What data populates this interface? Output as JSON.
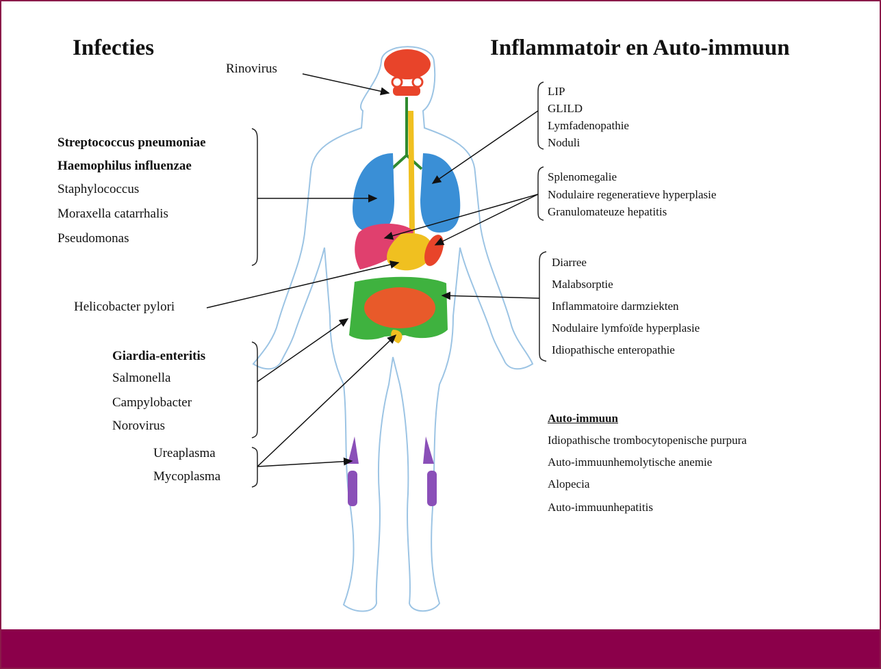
{
  "titles": {
    "left": "Infecties",
    "right": "Inflammatoir en Auto-immuun"
  },
  "infections": {
    "head": [
      "Rinovirus"
    ],
    "lungs": [
      "Streptococcus pneumoniae",
      "Haemophilus influenzae",
      "Staphylococcus",
      "Moraxella catarrhalis",
      "Pseudomonas"
    ],
    "stomach": [
      "Helicobacter pylori"
    ],
    "gut": [
      "Giardia-enteritis",
      "Salmonella",
      "Campylobacter",
      "Norovirus"
    ],
    "joints": [
      "Ureaplasma",
      "Mycoplasma"
    ]
  },
  "inflammatory": {
    "lung": [
      "LIP",
      "GLILD",
      "Lymfadenopathie",
      "Noduli"
    ],
    "liver_spleen": [
      "Splenomegalie",
      "Nodulaire regeneratieve hyperplasie",
      "Granulomateuze hepatitis"
    ],
    "intestine": [
      "Diarree",
      "Malabsorptie",
      "Inflammatoire darmziekten",
      "Nodulaire lymfoïde hyperplasie",
      "Idiopathische enteropathie"
    ]
  },
  "autoimmune": {
    "title": "Auto-immuun",
    "items": [
      "Idiopathische trombocytopenische purpura",
      "Auto-immuunhemolytische anemie",
      "Alopecia",
      "Auto-immuunhepatitis"
    ]
  },
  "colors": {
    "frame": "#8b1a4a",
    "footer": "#8b004a",
    "body_outline": "#9cc4e4",
    "brain": "#e8442a",
    "lungs": "#3a8fd6",
    "trachea": "#2f8a2f",
    "liver": "#e0406e",
    "stomach": "#f0c020",
    "colon": "#3fb23f",
    "small_intestine": "#e85a2a",
    "joints": "#8a4fb8"
  }
}
